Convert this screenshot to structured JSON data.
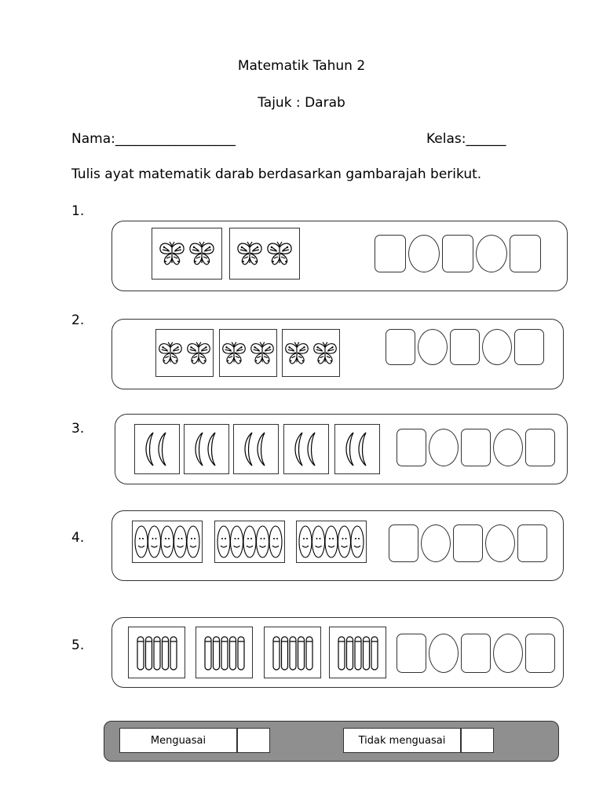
{
  "header": {
    "title": "Matematik Tahun 2",
    "topic": "Tajuk : Darab",
    "name_label": "Nama:__________________",
    "class_label": "Kelas:______",
    "instruction": "Tulis ayat matematik darab berdasarkan gambarajah berikut."
  },
  "questions": [
    {
      "number": "1.",
      "icon": "butterfly-icon",
      "groups": 2,
      "items_per_group": 2
    },
    {
      "number": "2.",
      "icon": "butterfly-icon",
      "groups": 3,
      "items_per_group": 2
    },
    {
      "number": "3.",
      "icon": "banana-icon",
      "groups": 5,
      "items_per_group": 2
    },
    {
      "number": "4.",
      "icon": "smiley-egg-icon",
      "groups": 3,
      "items_per_group": 5
    },
    {
      "number": "5.",
      "icon": "pencil-icon",
      "groups": 4,
      "items_per_group": 5
    }
  ],
  "answer_shapes": [
    "box",
    "oval",
    "box",
    "oval",
    "box"
  ],
  "footer": {
    "mastered": "Menguasai",
    "not_mastered": "Tidak menguasai"
  }
}
